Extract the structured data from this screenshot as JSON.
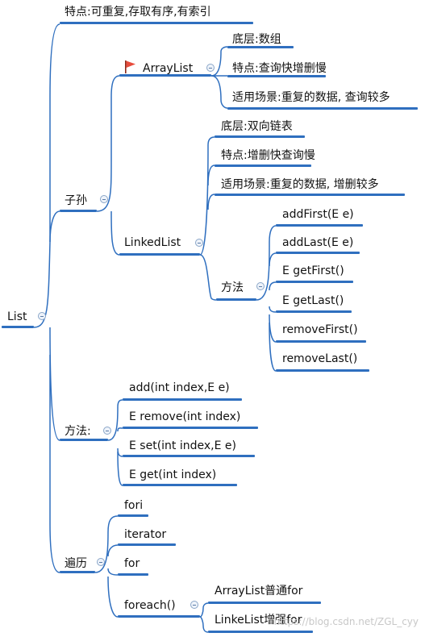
{
  "colors": {
    "branch": "#2f6fbf",
    "underline": "#2f6fbf",
    "text": "#111111",
    "flag": "#e74c3c"
  },
  "root": {
    "label": "List"
  },
  "feature": {
    "label": "特点:可重复,存取有序,有索引"
  },
  "children": {
    "label": "子孙",
    "arraylist": {
      "label": "ArrayList",
      "flag_icon": "red-flag-icon",
      "items": [
        "底层:数组",
        "特点:查询快增删慢",
        "适用场景:重复的数据, 查询较多"
      ]
    },
    "linkedlist": {
      "label": "LinkedList",
      "items": [
        "底层:双向链表",
        "特点:增删快查询慢",
        "适用场景:重复的数据, 增删较多"
      ],
      "methods": {
        "label": "方法",
        "items": [
          "addFirst(E e)",
          "addLast(E e)",
          "E getFirst()",
          "E getLast()",
          "removeFirst()",
          "removeLast()"
        ]
      }
    }
  },
  "methods": {
    "label": "方法:",
    "items": [
      "add(int index,E e)",
      "E remove(int   index)",
      "E set(int index,E   e)",
      "E get(int   index)"
    ]
  },
  "traverse": {
    "label": "遍历",
    "items": [
      "fori",
      "iterator",
      "for"
    ],
    "foreach": {
      "label": "foreach()",
      "items": [
        "ArrayList普通for",
        "LinkeList增强for"
      ]
    }
  },
  "watermark": "https://blog.csdn.net/ZGL_cyy"
}
